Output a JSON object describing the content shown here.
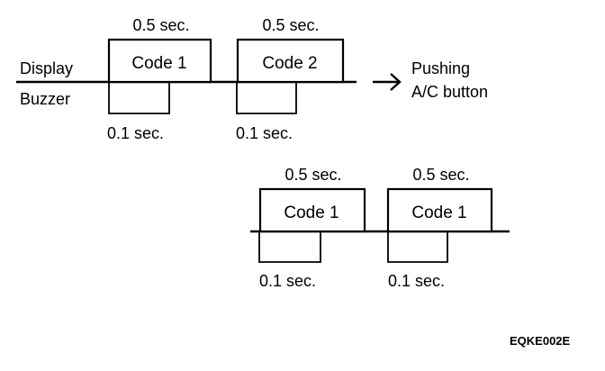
{
  "labels": {
    "display": "Display",
    "buzzer": "Buzzer",
    "action_line1": "Pushing",
    "action_line2": "A/C button"
  },
  "sequence_top": {
    "pulses": [
      {
        "code": "Code 1",
        "display_duration": "0.5 sec.",
        "buzzer_duration": "0.1 sec."
      },
      {
        "code": "Code 2",
        "display_duration": "0.5 sec.",
        "buzzer_duration": "0.1 sec."
      }
    ]
  },
  "sequence_bottom": {
    "pulses": [
      {
        "code": "Code 1",
        "display_duration": "0.5 sec.",
        "buzzer_duration": "0.1 sec."
      },
      {
        "code": "Code 1",
        "display_duration": "0.5 sec.",
        "buzzer_duration": "0.1 sec."
      }
    ]
  },
  "figure_ref": "EQKE002E"
}
